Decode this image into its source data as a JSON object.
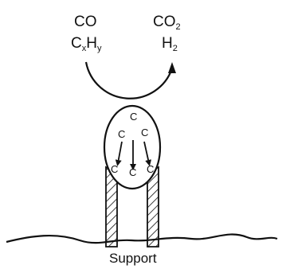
{
  "reactants": {
    "co": "CO",
    "hydrocarbon_main_1": "C",
    "hydrocarbon_sub_1": "x",
    "hydrocarbon_main_2": "H",
    "hydrocarbon_sub_2": "y"
  },
  "products": {
    "co2_main": "CO",
    "co2_sub": "2",
    "h2_main": "H",
    "h2_sub": "2"
  },
  "carbon_atoms": [
    "C",
    "C",
    "C",
    "C",
    "C",
    "C"
  ],
  "support_label": "Support",
  "colors": {
    "ink": "#111111",
    "background": "#ffffff"
  }
}
